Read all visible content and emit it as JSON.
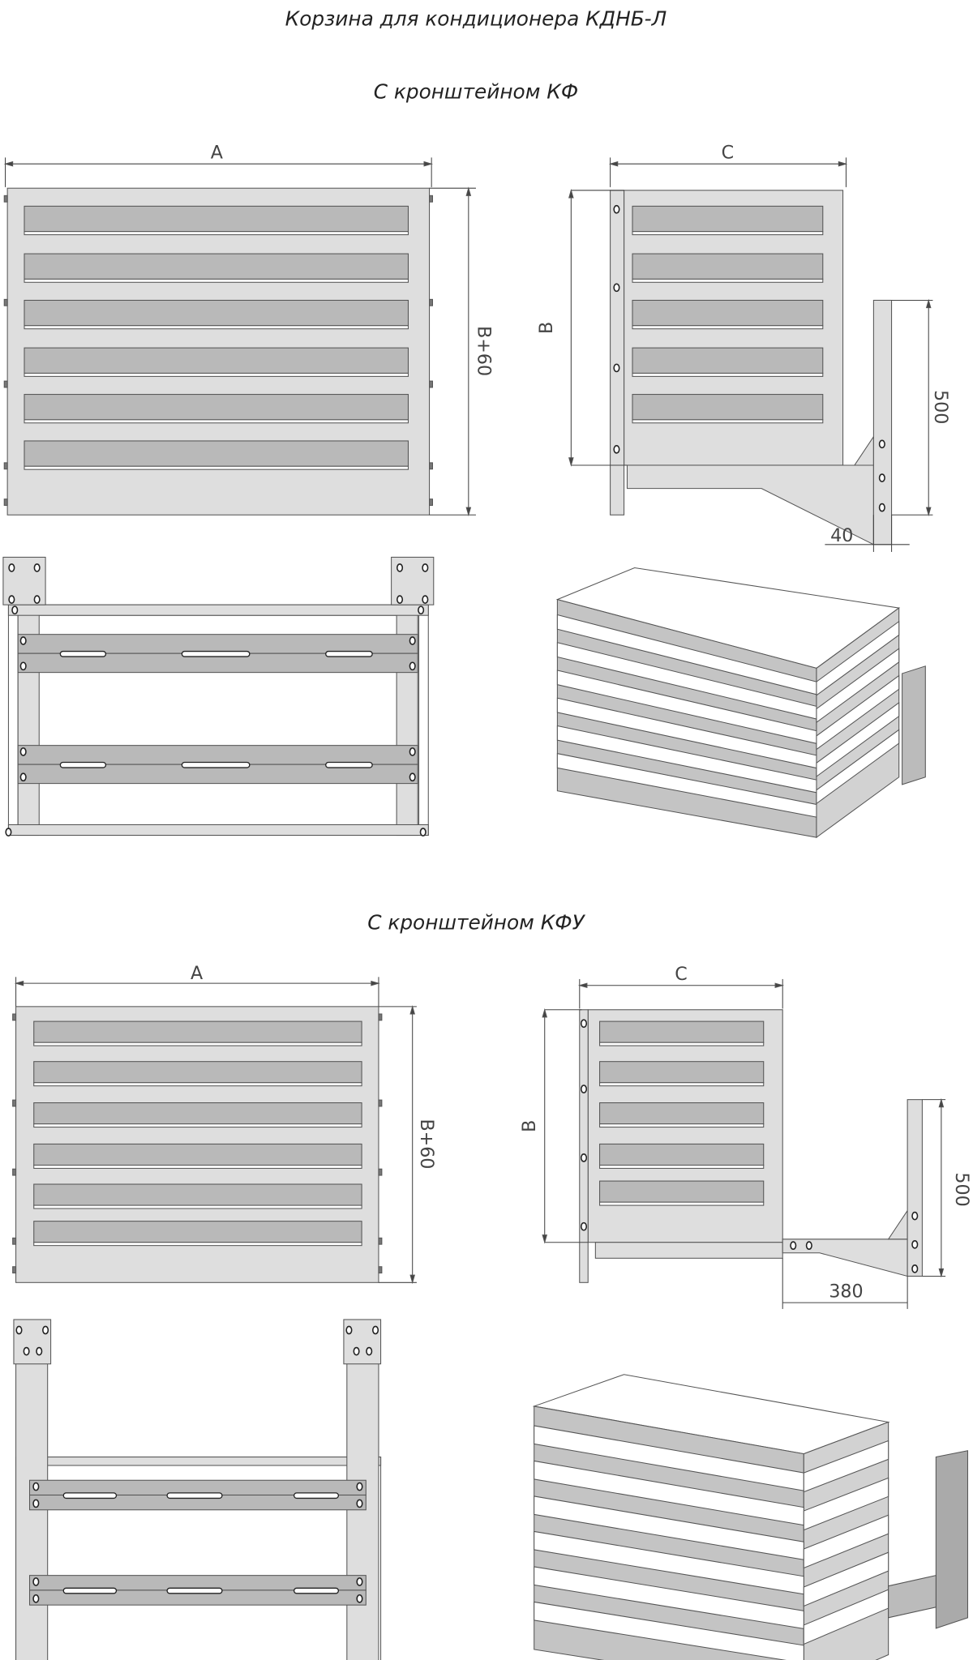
{
  "title": "Корзина для кондиционера КДНБ-Л",
  "sections": [
    {
      "subtitle": "С кронштейном КФ",
      "dims": {
        "width": "A",
        "front_height": "B+60",
        "depth": "C",
        "height": "B",
        "bracket_height": "500",
        "bracket_offset": "40"
      }
    },
    {
      "subtitle": "С кронштейном КФУ",
      "dims": {
        "width": "A",
        "front_height": "B+60",
        "depth": "C",
        "height": "B",
        "bracket_height": "500",
        "bracket_offset": "380"
      }
    }
  ],
  "colors": {
    "panel": "#dedede",
    "slat": "#b9b9b9",
    "line": "#555555",
    "iso": "#c4c4c4"
  }
}
